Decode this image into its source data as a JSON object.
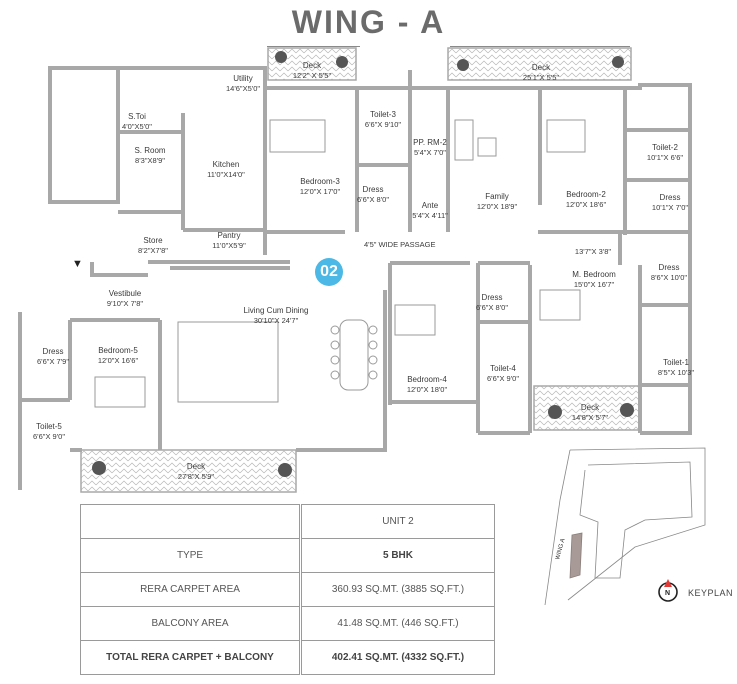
{
  "header": {
    "title": "WING - A"
  },
  "unit_badge": {
    "label": "02",
    "color": "#4bb8e5"
  },
  "passage": {
    "label": "4'5\" WIDE PASSAGE"
  },
  "rooms": [
    {
      "id": "s-toi",
      "name": "S.Toi",
      "dim": "4'0\"X5'0\""
    },
    {
      "id": "utility",
      "name": "Utility",
      "dim": "14'6\"X5'0\""
    },
    {
      "id": "s-room",
      "name": "S. Room",
      "dim": "8'3\"X8'9\""
    },
    {
      "id": "kitchen",
      "name": "Kitchen",
      "dim": "11'0\"X14'0\""
    },
    {
      "id": "store",
      "name": "Store",
      "dim": "8'2\"X7'8\""
    },
    {
      "id": "pantry",
      "name": "Pantry",
      "dim": "11'0\"X5'9\""
    },
    {
      "id": "deck-1",
      "name": "Deck",
      "dim": "12'2\" X 5'5\""
    },
    {
      "id": "toilet-3",
      "name": "Toilet-3",
      "dim": "6'6\"X 9'10\""
    },
    {
      "id": "bedroom-3",
      "name": "Bedroom-3",
      "dim": "12'0\"X 17'0\""
    },
    {
      "id": "dress-3",
      "name": "Dress",
      "dim": "6'6\"X 8'0\""
    },
    {
      "id": "pp-rm-2",
      "name": "PP. RM-2",
      "dim": "5'4\"X 7'0\""
    },
    {
      "id": "ante",
      "name": "Ante",
      "dim": "5'4\"X 4'11\""
    },
    {
      "id": "deck-2",
      "name": "Deck",
      "dim": "25'1\"X 5'5\""
    },
    {
      "id": "family",
      "name": "Family",
      "dim": "12'0\"X 18'9\""
    },
    {
      "id": "bedroom-2",
      "name": "Bedroom-2",
      "dim": "12'0\"X 18'6\""
    },
    {
      "id": "toilet-2",
      "name": "Toilet-2",
      "dim": "10'1\"X 6'6\""
    },
    {
      "id": "dress-2",
      "name": "Dress",
      "dim": "10'1\"X 7'0\""
    },
    {
      "id": "corridor",
      "name": "",
      "dim": "13'7\"X 3'8\""
    },
    {
      "id": "dress-m",
      "name": "Dress",
      "dim": "8'6\"X 10'0\""
    },
    {
      "id": "m-bedroom",
      "name": "M. Bedroom",
      "dim": "15'0\"X 16'7\""
    },
    {
      "id": "dress-4",
      "name": "Dress",
      "dim": "6'6\"X 8'0\""
    },
    {
      "id": "toilet-1",
      "name": "Toilet-1",
      "dim": "8'5\"X 10'3\""
    },
    {
      "id": "bedroom-4",
      "name": "Bedroom-4",
      "dim": "12'0\"X 18'0\""
    },
    {
      "id": "toilet-4",
      "name": "Toilet-4",
      "dim": "6'6\"X 9'0\""
    },
    {
      "id": "deck-3",
      "name": "Deck",
      "dim": "14'8\"X 5'7\""
    },
    {
      "id": "vestibule",
      "name": "Vestibule",
      "dim": "9'10\"X 7'8\""
    },
    {
      "id": "living",
      "name": "Living Cum Dining",
      "dim": "30'10\"X 24'7\""
    },
    {
      "id": "dress-5",
      "name": "Dress",
      "dim": "6'6\"X 7'9\""
    },
    {
      "id": "bedroom-5",
      "name": "Bedroom-5",
      "dim": "12'0\"X 16'6\""
    },
    {
      "id": "toilet-5",
      "name": "Toilet-5",
      "dim": "6'6\"X 9'0\""
    },
    {
      "id": "deck-4",
      "name": "Deck",
      "dim": "27'8\"X 5'9\""
    }
  ],
  "area_table": {
    "header": {
      "label": "",
      "value": "UNIT 2"
    },
    "rows": [
      {
        "label": "TYPE",
        "value": "5 BHK",
        "bold": false
      },
      {
        "label": "RERA CARPET AREA",
        "value": "360.93 SQ.MT. (3885 SQ.FT.)",
        "bold": false
      },
      {
        "label": "BALCONY AREA",
        "value": "41.48 SQ.MT. (446 SQ.FT.)",
        "bold": false
      },
      {
        "label": "TOTAL RERA CARPET + BALCONY",
        "value": "402.41 SQ.MT. (4332 SQ.FT.)",
        "bold": true
      }
    ]
  },
  "keyplan": {
    "label": "KEYPLAN",
    "wing_label": "WING A",
    "compass_letter": "N",
    "highlight_color": "#a89a96",
    "compass_accent": "#e53935"
  },
  "colors": {
    "wall": "#a8a8a8",
    "title": "#6b6b6b",
    "hatch": "#bdbdbd"
  }
}
